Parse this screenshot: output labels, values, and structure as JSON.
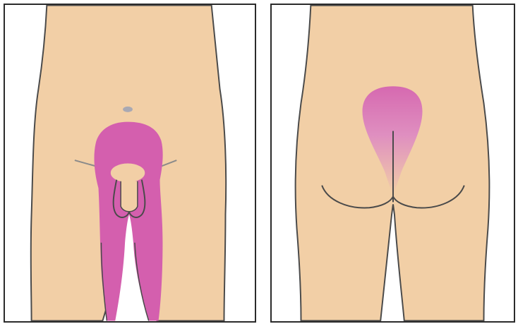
{
  "colors": {
    "background": "#ffffff",
    "frame": "#2b2b2b",
    "skin": "#f2cfa6",
    "outline": "#4a4a4a",
    "highlight_front": "#d45fae",
    "highlight_back_top": "#d669b0",
    "highlight_back_bottom": "#f2cfa6",
    "navel": "#a9a9b3"
  },
  "panels": [
    {
      "view": "front",
      "highlighted_region": "groin-and-inner-thighs"
    },
    {
      "view": "back",
      "highlighted_region": "lower-back-and-buttocks-cleft"
    }
  ]
}
